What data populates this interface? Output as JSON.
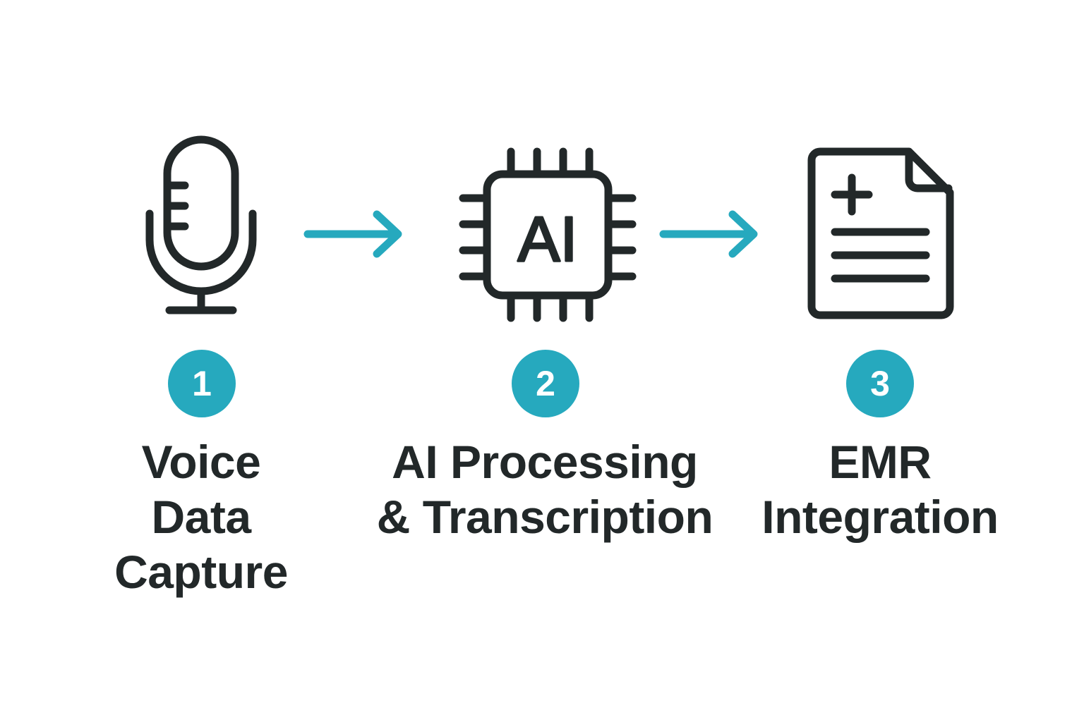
{
  "colors": {
    "accent": "#26A9BE",
    "ink": "#222829",
    "background": "#FFFFFF"
  },
  "steps": [
    {
      "number": "1",
      "icon": "microphone-icon",
      "label_lines": [
        "Voice",
        "Data",
        "Capture"
      ]
    },
    {
      "number": "2",
      "icon": "ai-chip-icon",
      "icon_text": "AI",
      "label_lines": [
        "AI Processing",
        "& Transcription"
      ]
    },
    {
      "number": "3",
      "icon": "medical-document-icon",
      "label_lines": [
        "EMR",
        "Integration"
      ]
    }
  ],
  "connectors": [
    {
      "from": "1",
      "to": "2",
      "icon": "arrow-right-icon"
    },
    {
      "from": "2",
      "to": "3",
      "icon": "arrow-right-icon"
    }
  ]
}
